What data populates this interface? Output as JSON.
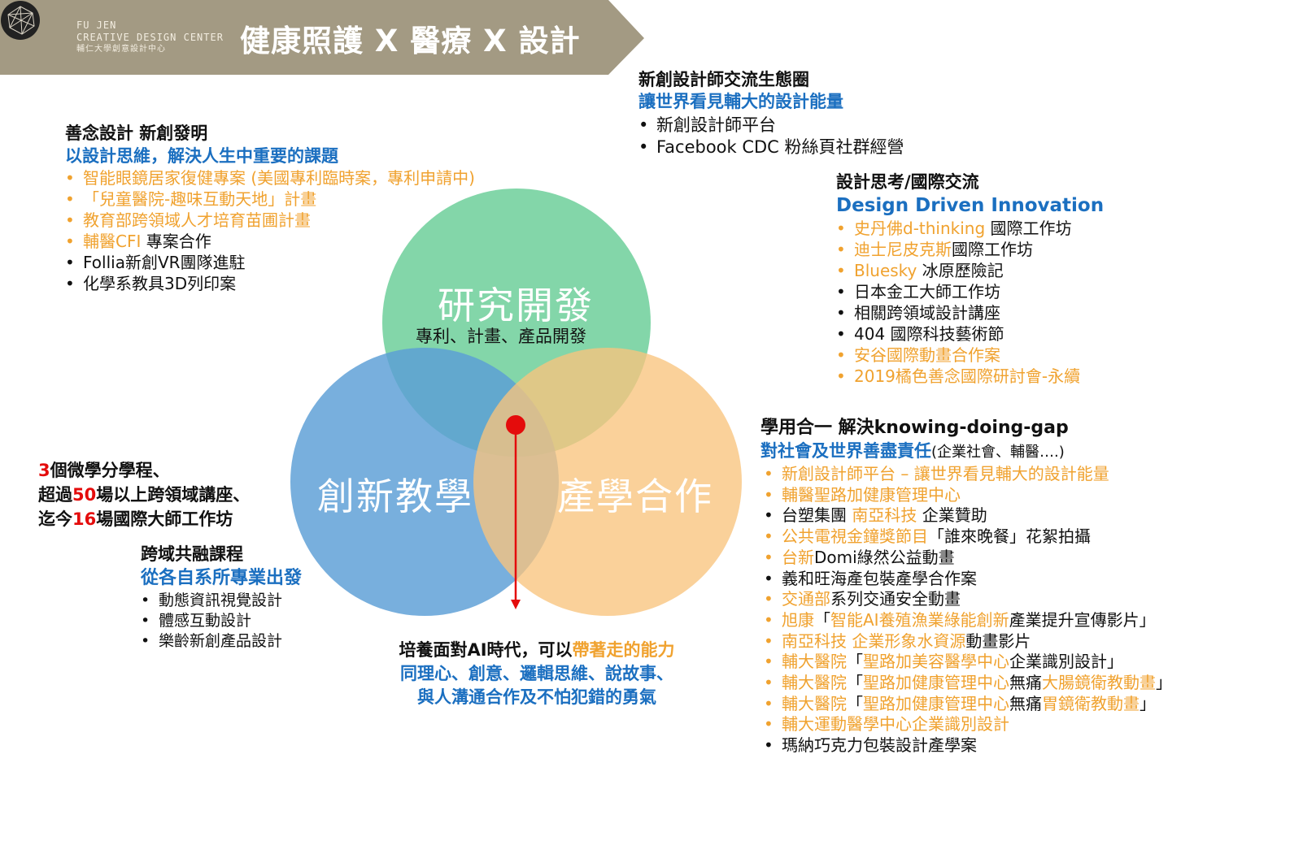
{
  "header": {
    "title": "健康照護 X 醫療 X 設計",
    "logo_line1": "FU JEN",
    "logo_line2": "CREATIVE DESIGN CENTER",
    "logo_line3": "輔仁大學創意設計中心",
    "bg_color": "#a39a83"
  },
  "venn": {
    "top": {
      "label": "研究開發",
      "sub": "專利、計畫、產品開發",
      "color": "#6dcf9a"
    },
    "left": {
      "label": "創新教學",
      "color": "#6aa7d9"
    },
    "right": {
      "label": "產學合作",
      "color": "#f9c47e"
    }
  },
  "ecosystem": {
    "heading": "新創設計師交流生態圈",
    "subheading": "讓世界看見輔大的設計能量",
    "items": [
      "新創設計師平台",
      "Facebook CDC 粉絲頁社群經營"
    ]
  },
  "goodwill": {
    "heading": "善念設計 新創發明",
    "subheading": "以設計思維，解決人生中重要的課題",
    "items": [
      {
        "text": "智能眼鏡居家復健專案 (美國專利臨時案，專利申請中)",
        "rest": ""
      },
      {
        "text": "「兒童醫院-趣味互動天地」計畫",
        "rest": ""
      },
      {
        "text": "教育部跨領域人才培育苗圃計畫",
        "rest": ""
      },
      {
        "text": "輔醫CFI",
        "rest": " 專案合作"
      },
      {
        "text": "",
        "rest": "Follia新創VR團隊進駐"
      },
      {
        "text": "",
        "rest": "化學系教具3D列印案"
      }
    ]
  },
  "design_thinking": {
    "heading": "設計思考/國際交流",
    "subheading": "Design Driven Innovation",
    "items": [
      {
        "o": "史丹佛d-thinking",
        "d": " 國際工作坊"
      },
      {
        "o": "迪士尼皮克斯",
        "d": "國際工作坊"
      },
      {
        "o": "Bluesky",
        "d": " 冰原歷險記"
      },
      {
        "o": "",
        "d": "日本金工大師工作坊"
      },
      {
        "o": "",
        "d": "相關跨領域設計講座"
      },
      {
        "o": "",
        "d": "404 國際科技藝術節"
      },
      {
        "o": "安谷國際動畫合作案",
        "d": ""
      },
      {
        "o": "2019橘色善念國際研討會-永續",
        "d": ""
      }
    ]
  },
  "industry": {
    "heading": "學用合一 解決knowing-doing-gap",
    "subheading": "對社會及世界善盡責任",
    "subheading_note": "(企業社會、輔醫….)",
    "items": [
      [
        {
          "t": "新創設計師平台 – 讓世界看見輔大的設計能量",
          "c": "o"
        }
      ],
      [
        {
          "t": "輔醫聖路加健康管理中心",
          "c": "o"
        }
      ],
      [
        {
          "t": "台塑集團 ",
          "c": "d"
        },
        {
          "t": "南亞科技",
          "c": "o"
        },
        {
          "t": " 企業贊助",
          "c": "d"
        }
      ],
      [
        {
          "t": "公共電視金鐘獎節目",
          "c": "o"
        },
        {
          "t": "「誰來晚餐」花絮拍攝",
          "c": "d"
        }
      ],
      [
        {
          "t": "台新",
          "c": "o"
        },
        {
          "t": "Domi綠然公益動畫",
          "c": "d"
        }
      ],
      [
        {
          "t": "義和旺海產包裝產學合作案",
          "c": "d"
        }
      ],
      [
        {
          "t": "交通部",
          "c": "o"
        },
        {
          "t": "系列交通安全動畫",
          "c": "d"
        }
      ],
      [
        {
          "t": "旭康",
          "c": "o"
        },
        {
          "t": "「",
          "c": "d"
        },
        {
          "t": "智能AI養殖漁業綠能創新",
          "c": "o"
        },
        {
          "t": "產業提升宣傳影片」",
          "c": "d"
        }
      ],
      [
        {
          "t": "南亞科技 企業形象水資源",
          "c": "o"
        },
        {
          "t": "動畫影片",
          "c": "d"
        }
      ],
      [
        {
          "t": "輔大醫院",
          "c": "o"
        },
        {
          "t": "「",
          "c": "d"
        },
        {
          "t": "聖路加美容醫學中心",
          "c": "o"
        },
        {
          "t": "企業識別設計」",
          "c": "d"
        }
      ],
      [
        {
          "t": "輔大醫院",
          "c": "o"
        },
        {
          "t": "「",
          "c": "d"
        },
        {
          "t": "聖路加健康管理中心",
          "c": "o"
        },
        {
          "t": "無痛",
          "c": "d"
        },
        {
          "t": "大腸鏡衛教動畫",
          "c": "o"
        },
        {
          "t": "」",
          "c": "d"
        }
      ],
      [
        {
          "t": "輔大醫院",
          "c": "o"
        },
        {
          "t": "「",
          "c": "d"
        },
        {
          "t": "聖路加健康管理中心",
          "c": "o"
        },
        {
          "t": "無痛",
          "c": "d"
        },
        {
          "t": "胃鏡衛教動畫",
          "c": "o"
        },
        {
          "t": "」",
          "c": "d"
        }
      ],
      [
        {
          "t": "輔大運動醫學中心企業識別設計",
          "c": "o"
        }
      ],
      [
        {
          "t": "瑪納巧克力包裝設計產學案",
          "c": "d"
        }
      ]
    ]
  },
  "stats": {
    "line1_num": "3",
    "line1_text": "個微學分學程、",
    "line2_pre": "超過",
    "line2_num": "50",
    "line2_text": "場以上跨領域講座、",
    "line3_pre": "迄今",
    "line3_num": "16",
    "line3_text": "場國際大師工作坊"
  },
  "cross_course": {
    "heading": "跨域共融課程",
    "subheading": "從各自系所專業出發",
    "items": [
      "動態資訊視覺設計",
      "體感互動設計",
      "樂齡新創產品設計"
    ]
  },
  "ai_ability": {
    "line1_pre": "培養面對AI時代，可以",
    "line1_highlight": "帶著走的能力",
    "line2": "同理心、創意、邏輯思維、說故事、",
    "line3": "與人溝通合作及不怕犯錯的勇氣"
  },
  "colors": {
    "orange": "#f0a22f",
    "blue": "#1b6fc0",
    "red": "#e40c0c"
  }
}
